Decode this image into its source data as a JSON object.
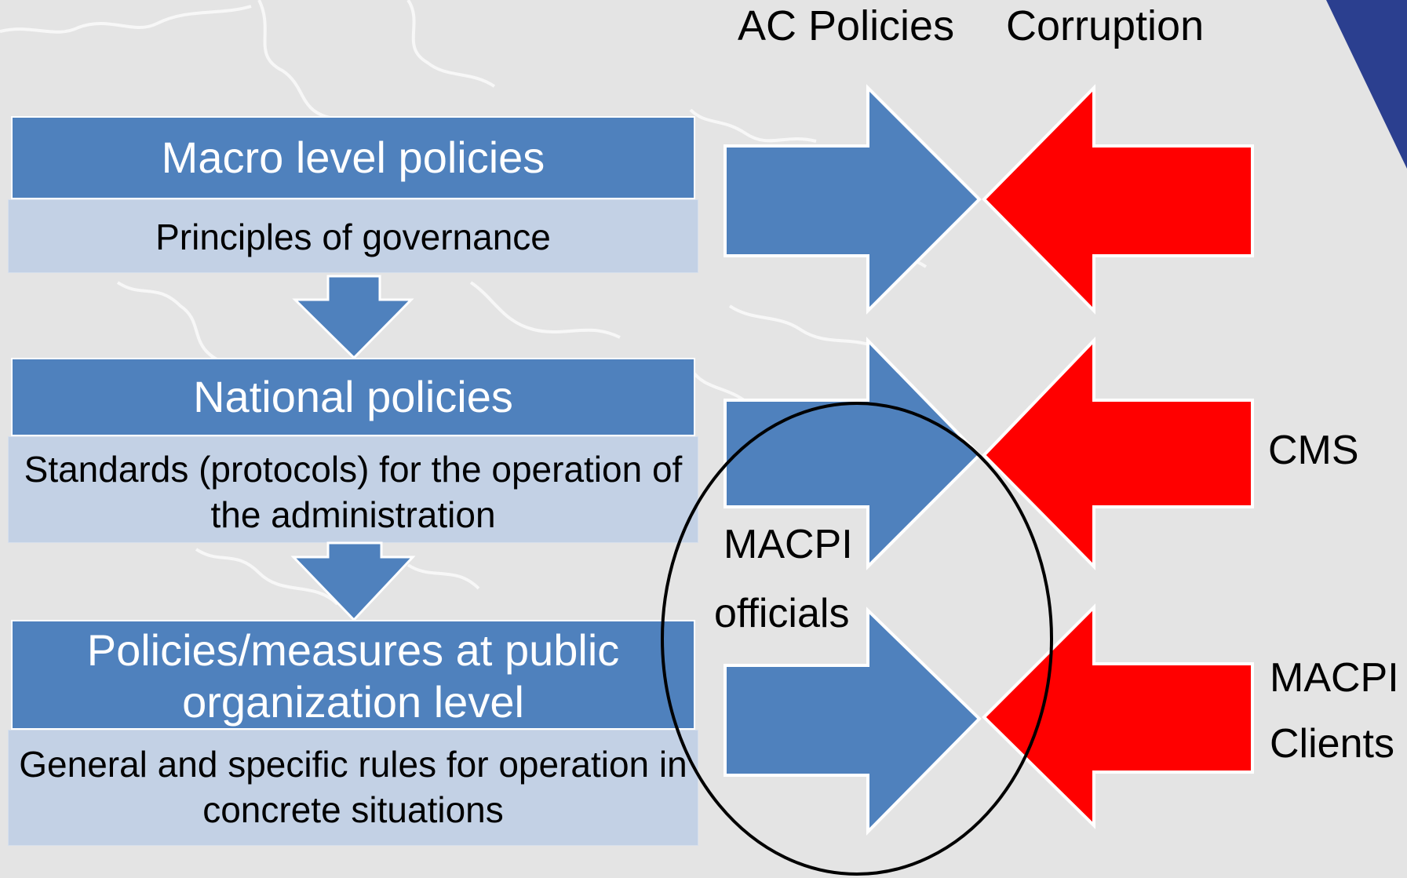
{
  "header": {
    "ac_policies": "AC Policies",
    "corruption": "Corruption"
  },
  "levels": [
    {
      "title": "Macro level policies",
      "subtitle": "Principles of governance"
    },
    {
      "title": "National policies",
      "subtitle": "Standards (protocols) for the operation of the administration"
    },
    {
      "title": "Policies/measures at public organization level",
      "subtitle": "General and specific rules for operation in concrete situations"
    }
  ],
  "labels": {
    "cms": "CMS",
    "macpi_clients_line1": "MACPI",
    "macpi_clients_line2": "Clients",
    "macpi_officials_line1": "MACPI",
    "macpi_officials_line2": "officials"
  },
  "colors": {
    "ac_arrow": "#4f81bd",
    "corruption_arrow": "#ff0000",
    "level_title_bg": "#4f81bd",
    "level_subtitle_bg": "#c3d1e5",
    "corner_accent": "#2b3f8f"
  }
}
